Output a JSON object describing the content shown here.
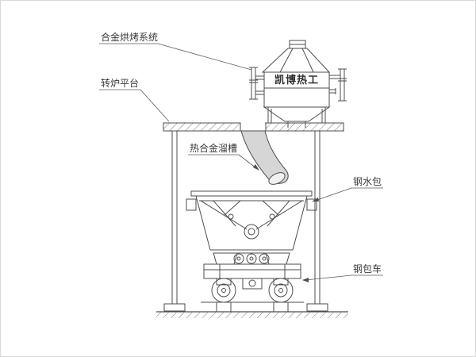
{
  "labels": {
    "baking_system": "合金烘烤系统",
    "converter_platform": "转炉平台",
    "hot_alloy_chute": "热合金溜槽",
    "steel_ladle": "钢水包",
    "ladle_car": "钢包车"
  },
  "equipment": {
    "brand": "凯博热工"
  },
  "colors": {
    "line": "#4d4d4d",
    "background": "#ffffff",
    "chute_fill": "#d6d6d6"
  }
}
